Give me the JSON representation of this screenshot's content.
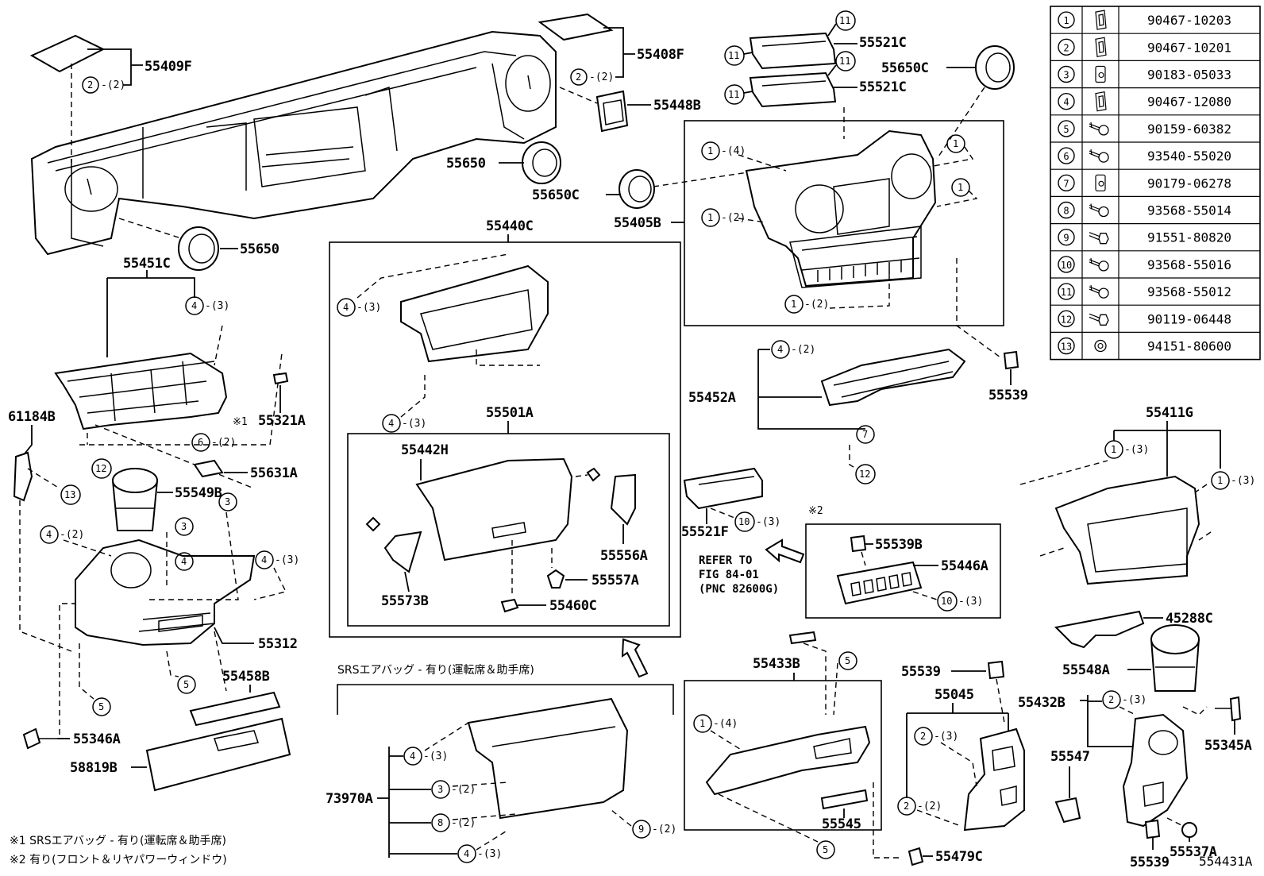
{
  "diagram": {
    "code": "554431A",
    "refer": {
      "line1": "REFER TO",
      "line2": "FIG 84-01",
      "line3": "(PNC 82600G)"
    },
    "srs_caption": "SRSエアバッグ - 有り(運転席＆助手席)",
    "footnotes": [
      "※1  SRSエアバッグ - 有り(運転席＆助手席)",
      "※2  有り(フロント＆リヤパワーウィンドウ)"
    ],
    "marks": {
      "m1": "※1",
      "m2": "※2"
    },
    "fastener_table": [
      {
        "no": "1",
        "pn": "90467-10203",
        "icon": "clip-icon"
      },
      {
        "no": "2",
        "pn": "90467-10201",
        "icon": "clip-icon"
      },
      {
        "no": "3",
        "pn": "90183-05033",
        "icon": "nut-clip-icon"
      },
      {
        "no": "4",
        "pn": "90467-12080",
        "icon": "clip-icon"
      },
      {
        "no": "5",
        "pn": "90159-60382",
        "icon": "screw-icon"
      },
      {
        "no": "6",
        "pn": "93540-55020",
        "icon": "screw-icon"
      },
      {
        "no": "7",
        "pn": "90179-06278",
        "icon": "nut-clip-icon"
      },
      {
        "no": "8",
        "pn": "93568-55014",
        "icon": "screw-icon"
      },
      {
        "no": "9",
        "pn": "91551-80820",
        "icon": "bolt-icon"
      },
      {
        "no": "10",
        "pn": "93568-55016",
        "icon": "screw-icon"
      },
      {
        "no": "11",
        "pn": "93568-55012",
        "icon": "screw-icon"
      },
      {
        "no": "12",
        "pn": "90119-06448",
        "icon": "bolt-icon"
      },
      {
        "no": "13",
        "pn": "94151-80600",
        "icon": "nut-icon"
      }
    ],
    "part_labels": {
      "p55409F": "55409F",
      "p55408F": "55408F",
      "p55521C_a": "55521C",
      "p55521C_b": "55521C",
      "p55650C_a": "55650C",
      "p55448B": "55448B",
      "p55650_a": "55650",
      "p55650C_b": "55650C",
      "p55405B": "55405B",
      "p55650_b": "55650",
      "p55451C": "55451C",
      "p55440C": "55440C",
      "p55321A": "55321A",
      "p61184B": "61184B",
      "p55631A": "55631A",
      "p55549B": "55549B",
      "p55312": "55312",
      "p55458B": "55458B",
      "p55346A": "55346A",
      "p58819B": "58819B",
      "p55501A": "55501A",
      "p55442H": "55442H",
      "p55556A": "55556A",
      "p55557A": "55557A",
      "p55573B": "55573B",
      "p55460C": "55460C",
      "p55452A": "55452A",
      "p55539_a": "55539",
      "p55411G": "55411G",
      "p55521F": "55521F",
      "p55539B": "55539B",
      "p55446A": "55446A",
      "p45288C": "45288C",
      "p55548A": "55548A",
      "p55433B": "55433B",
      "p55539_b": "55539",
      "p55045": "55045",
      "p55432B": "55432B",
      "p55345A": "55345A",
      "p55547": "55547",
      "p55545": "55545",
      "p55537A": "55537A",
      "p55539_c": "55539",
      "p55479C": "55479C",
      "p73970A": "73970A"
    },
    "qty": {
      "q2": "(2)",
      "q3": "(3)",
      "q4": "(4)"
    }
  }
}
